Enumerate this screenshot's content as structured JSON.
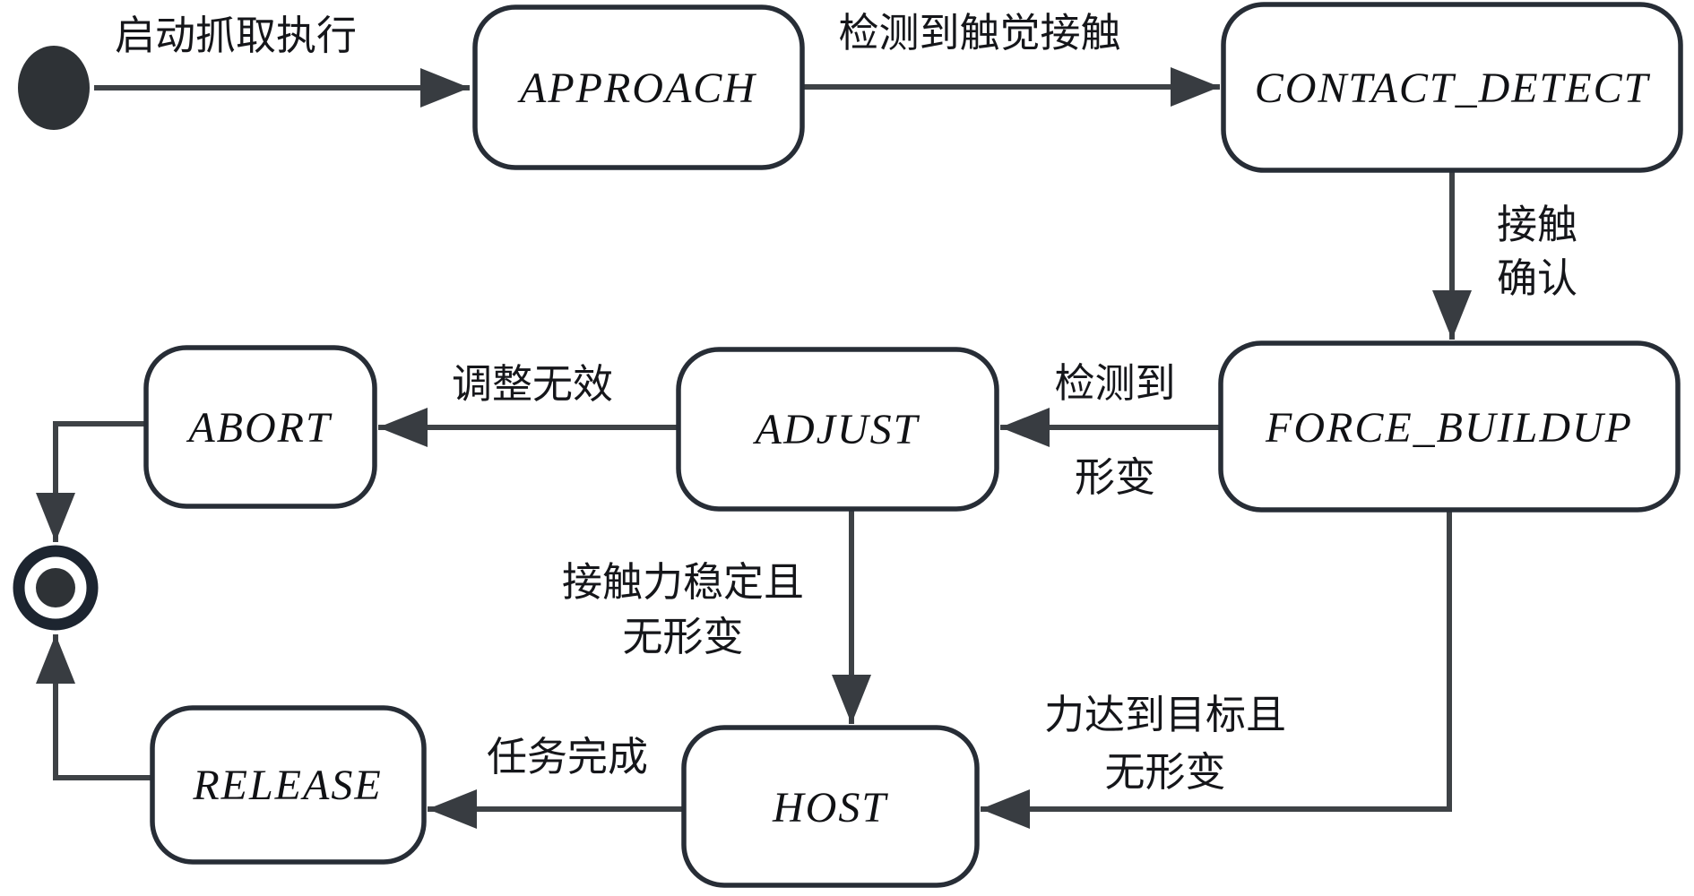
{
  "diagram_kind": "uml-state-machine",
  "colors": {
    "background": "#ffffff",
    "node_border": "#272d36",
    "edge": "#3e4246",
    "text": "#15161a"
  },
  "states": {
    "approach": {
      "label": "APPROACH"
    },
    "contact_detect": {
      "label": "CONTACT_DETECT"
    },
    "force_buildup": {
      "label": "FORCE_BUILDUP"
    },
    "adjust": {
      "label": "ADJUST"
    },
    "abort": {
      "label": "ABORT"
    },
    "host": {
      "label": "HOST"
    },
    "release": {
      "label": "RELEASE"
    }
  },
  "pseudostates": {
    "initial": {
      "kind": "initial-state"
    },
    "final": {
      "kind": "final-state"
    }
  },
  "transitions": {
    "start_grasp": {
      "from": "initial",
      "to": "approach",
      "label": "启动抓取执行"
    },
    "tactile_contact": {
      "from": "approach",
      "to": "contact_detect",
      "label": "检测到触觉接触"
    },
    "contact_confirm": {
      "from": "contact_detect",
      "to": "force_buildup",
      "line1": "接触",
      "line2": "确认"
    },
    "deformation_detected": {
      "from": "force_buildup",
      "to": "adjust",
      "line1": "检测到",
      "line2": "形变"
    },
    "adjust_invalid": {
      "from": "adjust",
      "to": "abort",
      "label": "调整无效"
    },
    "force_stable": {
      "from": "adjust",
      "to": "host",
      "line1": "接触力稳定且",
      "line2": "无形变"
    },
    "force_target": {
      "from": "force_buildup",
      "to": "host",
      "line1": "力达到目标且",
      "line2": "无形变"
    },
    "task_done": {
      "from": "host",
      "to": "release",
      "label": "任务完成"
    },
    "abort_end": {
      "from": "abort",
      "to": "final",
      "label": ""
    },
    "release_end": {
      "from": "release",
      "to": "final",
      "label": ""
    }
  }
}
